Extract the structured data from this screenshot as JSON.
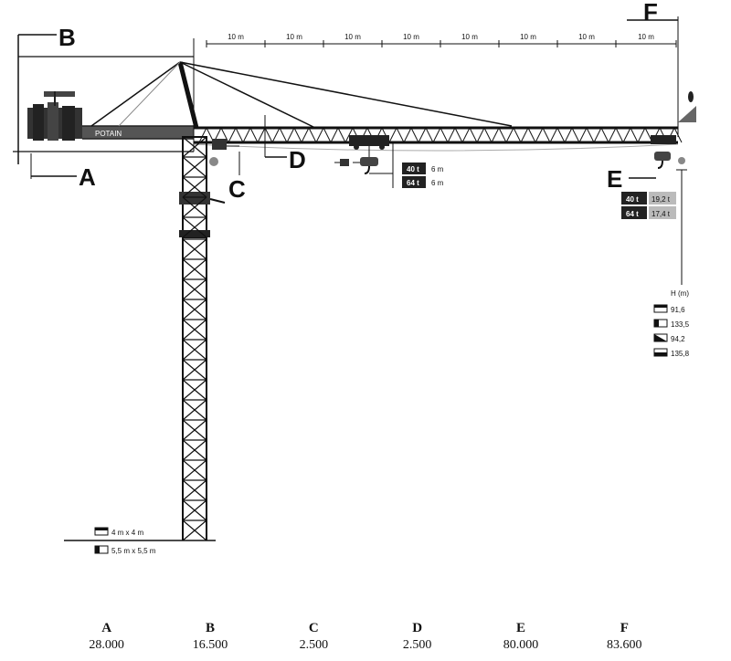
{
  "dimensions": {
    "A": "A",
    "B": "B",
    "C": "C",
    "D": "D",
    "E": "E",
    "F": "F"
  },
  "segment_label": "10 m",
  "segments": [
    "10 m",
    "10 m",
    "10 m",
    "10 m",
    "10 m",
    "10 m",
    "10 m",
    "10 m"
  ],
  "load_near": {
    "rows": [
      {
        "load": "40 t",
        "dist": "6 m"
      },
      {
        "load": "64 t",
        "dist": "6 m"
      }
    ]
  },
  "load_tip": {
    "rows": [
      {
        "load": "40 t",
        "cap": "19,2 t"
      },
      {
        "load": "64 t",
        "cap": "17,4 t"
      }
    ]
  },
  "height": {
    "title": "H (m)",
    "values": [
      "91,6",
      "133,5",
      "94,2",
      "135,8"
    ]
  },
  "base": {
    "options": [
      "4 m x 4 m",
      "5,5 m x 5,5 m"
    ]
  },
  "table": [
    {
      "key": "A",
      "value": "28.000"
    },
    {
      "key": "B",
      "value": "16.500"
    },
    {
      "key": "C",
      "value": "2.500"
    },
    {
      "key": "D",
      "value": "2.500"
    },
    {
      "key": "E",
      "value": "80.000"
    },
    {
      "key": "F",
      "value": "83.600"
    }
  ]
}
